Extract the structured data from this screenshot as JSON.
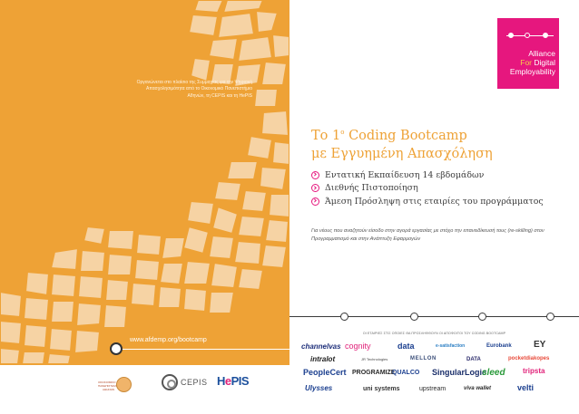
{
  "brand": {
    "line1": "Alliance",
    "line2_for": "For",
    "line2_rest": "Digital",
    "line3": "Employability",
    "color": "#e6177e"
  },
  "left_panel": {
    "organizer_text": "Οργανώνεται στο πλαίσιο της Συμμαχίας για την Ψηφιακή Απασχολησιμότητα από το Οικονομικό Πανεπιστήμιο Αθηνών, τη CEPIS και τη HePIS",
    "url": "www.afdemp.org/bootcamp",
    "accent_color": "#eea236"
  },
  "partners": {
    "afdemp_caption": "ΟΙΚΟΝΟΜΙΚΟ ΠΑΝΕΠΙΣΤΗΜΙΟ ΑΘΗΝΩΝ",
    "cepis": "CEPIS",
    "hepis_h": "H",
    "hepis_e": "e",
    "hepis_rest": "PIS"
  },
  "title": {
    "line1_prefix": "Το 1",
    "line1_sup": "ο",
    "line1_suffix": " Coding Bootcamp",
    "line2": "με Εγγυημένη Απασχόληση"
  },
  "bullets": [
    "Εντατική Εκπαίδευση 14 εβδομάδων",
    "Διεθνής Πιστοποίηση",
    "Άμεση Πρόσληψη στις εταιρίες του προγράμματος"
  ],
  "description": "Για νέους που αναζητούν είσοδο στην αγορά εργασίας με στόχο την επανειδίκευσή τους (re-skilling) στον Προγραμματισμό και στην Ανάπτυξη Εφαρμογών",
  "companies_label": "ΟΙ ΕΤΑΙΡΙΕΣ ΣΤΙΣ ΟΠΟΙΕΣ ΘΑ ΠΡΟΣΛΗΦΘΟΥΝ ΟΙ ΑΠΟΦΟΙΤΟΙ ΤΟΥ CODING BOOTCAMP",
  "companies": [
    {
      "name": "channelvas",
      "color": "#1e2f7a"
    },
    {
      "name": "cognity",
      "color": "#e1227a"
    },
    {
      "name": "data",
      "color": "#1b3f8f"
    },
    {
      "name": "e-satisfaction",
      "color": "#2c7fc4"
    },
    {
      "name": "Eurobank",
      "color": "#1b3f8f"
    },
    {
      "name": "EY",
      "color": "#333333"
    },
    {
      "name": "intralot",
      "color": "#1b1b1b"
    },
    {
      "name": "JR Technologies",
      "color": "#444444"
    },
    {
      "name": "MELLON",
      "color": "#3c4f7a"
    },
    {
      "name": "DATA",
      "color": "#2a2a6a"
    },
    {
      "name": "pocketdiakopes",
      "color": "#e84a3a"
    },
    {
      "name": "PeopleCert",
      "color": "#1b3f8f"
    },
    {
      "name": "PROGRAMIZE",
      "color": "#2a2a2a"
    },
    {
      "name": "QUALCO",
      "color": "#1b3f8f"
    },
    {
      "name": "SingularLogic",
      "color": "#1b2f6a"
    },
    {
      "name": "sleed",
      "color": "#2a9a3a"
    },
    {
      "name": "tripsta",
      "color": "#e1227a"
    },
    {
      "name": "Ulysses",
      "color": "#1b3f8f"
    },
    {
      "name": "uni systems",
      "color": "#333333"
    },
    {
      "name": "upstream",
      "color": "#2a2a2a"
    },
    {
      "name": "viva wallet",
      "color": "#2a2a2a"
    },
    {
      "name": "velti",
      "color": "#1b3f8f"
    }
  ]
}
